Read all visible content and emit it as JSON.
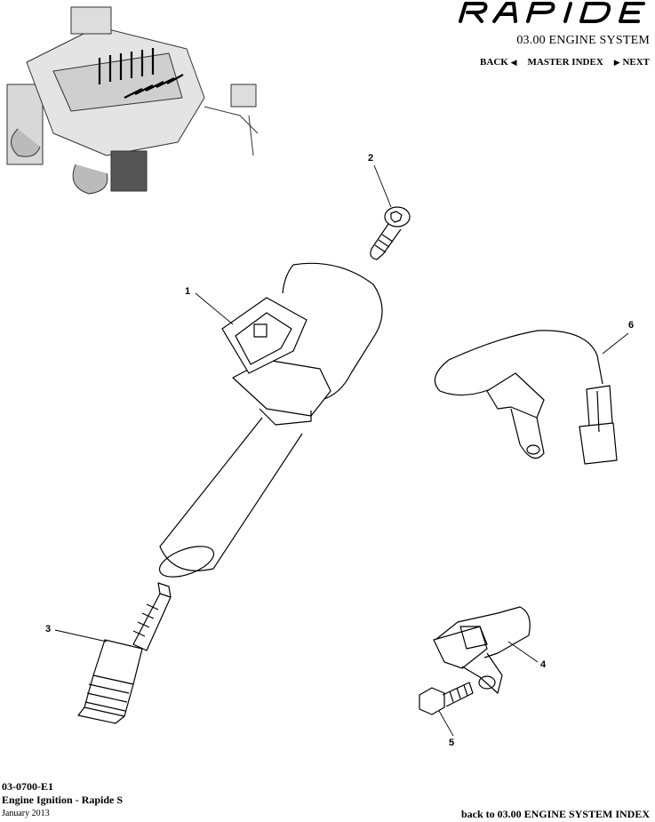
{
  "header": {
    "logo_text": "RAPIDE",
    "section_title": "03.00 ENGINE SYSTEM",
    "nav": {
      "back_label": "BACK",
      "master_index_label": "MASTER INDEX",
      "next_label": "NEXT"
    }
  },
  "callouts": [
    "1",
    "2",
    "3",
    "4",
    "5",
    "6"
  ],
  "footer": {
    "code": "03-0700-E1",
    "title": "Engine Ignition - Rapide S",
    "date": "January 2013",
    "back_link": "back to 03.00 ENGINE SYSTEM INDEX"
  }
}
